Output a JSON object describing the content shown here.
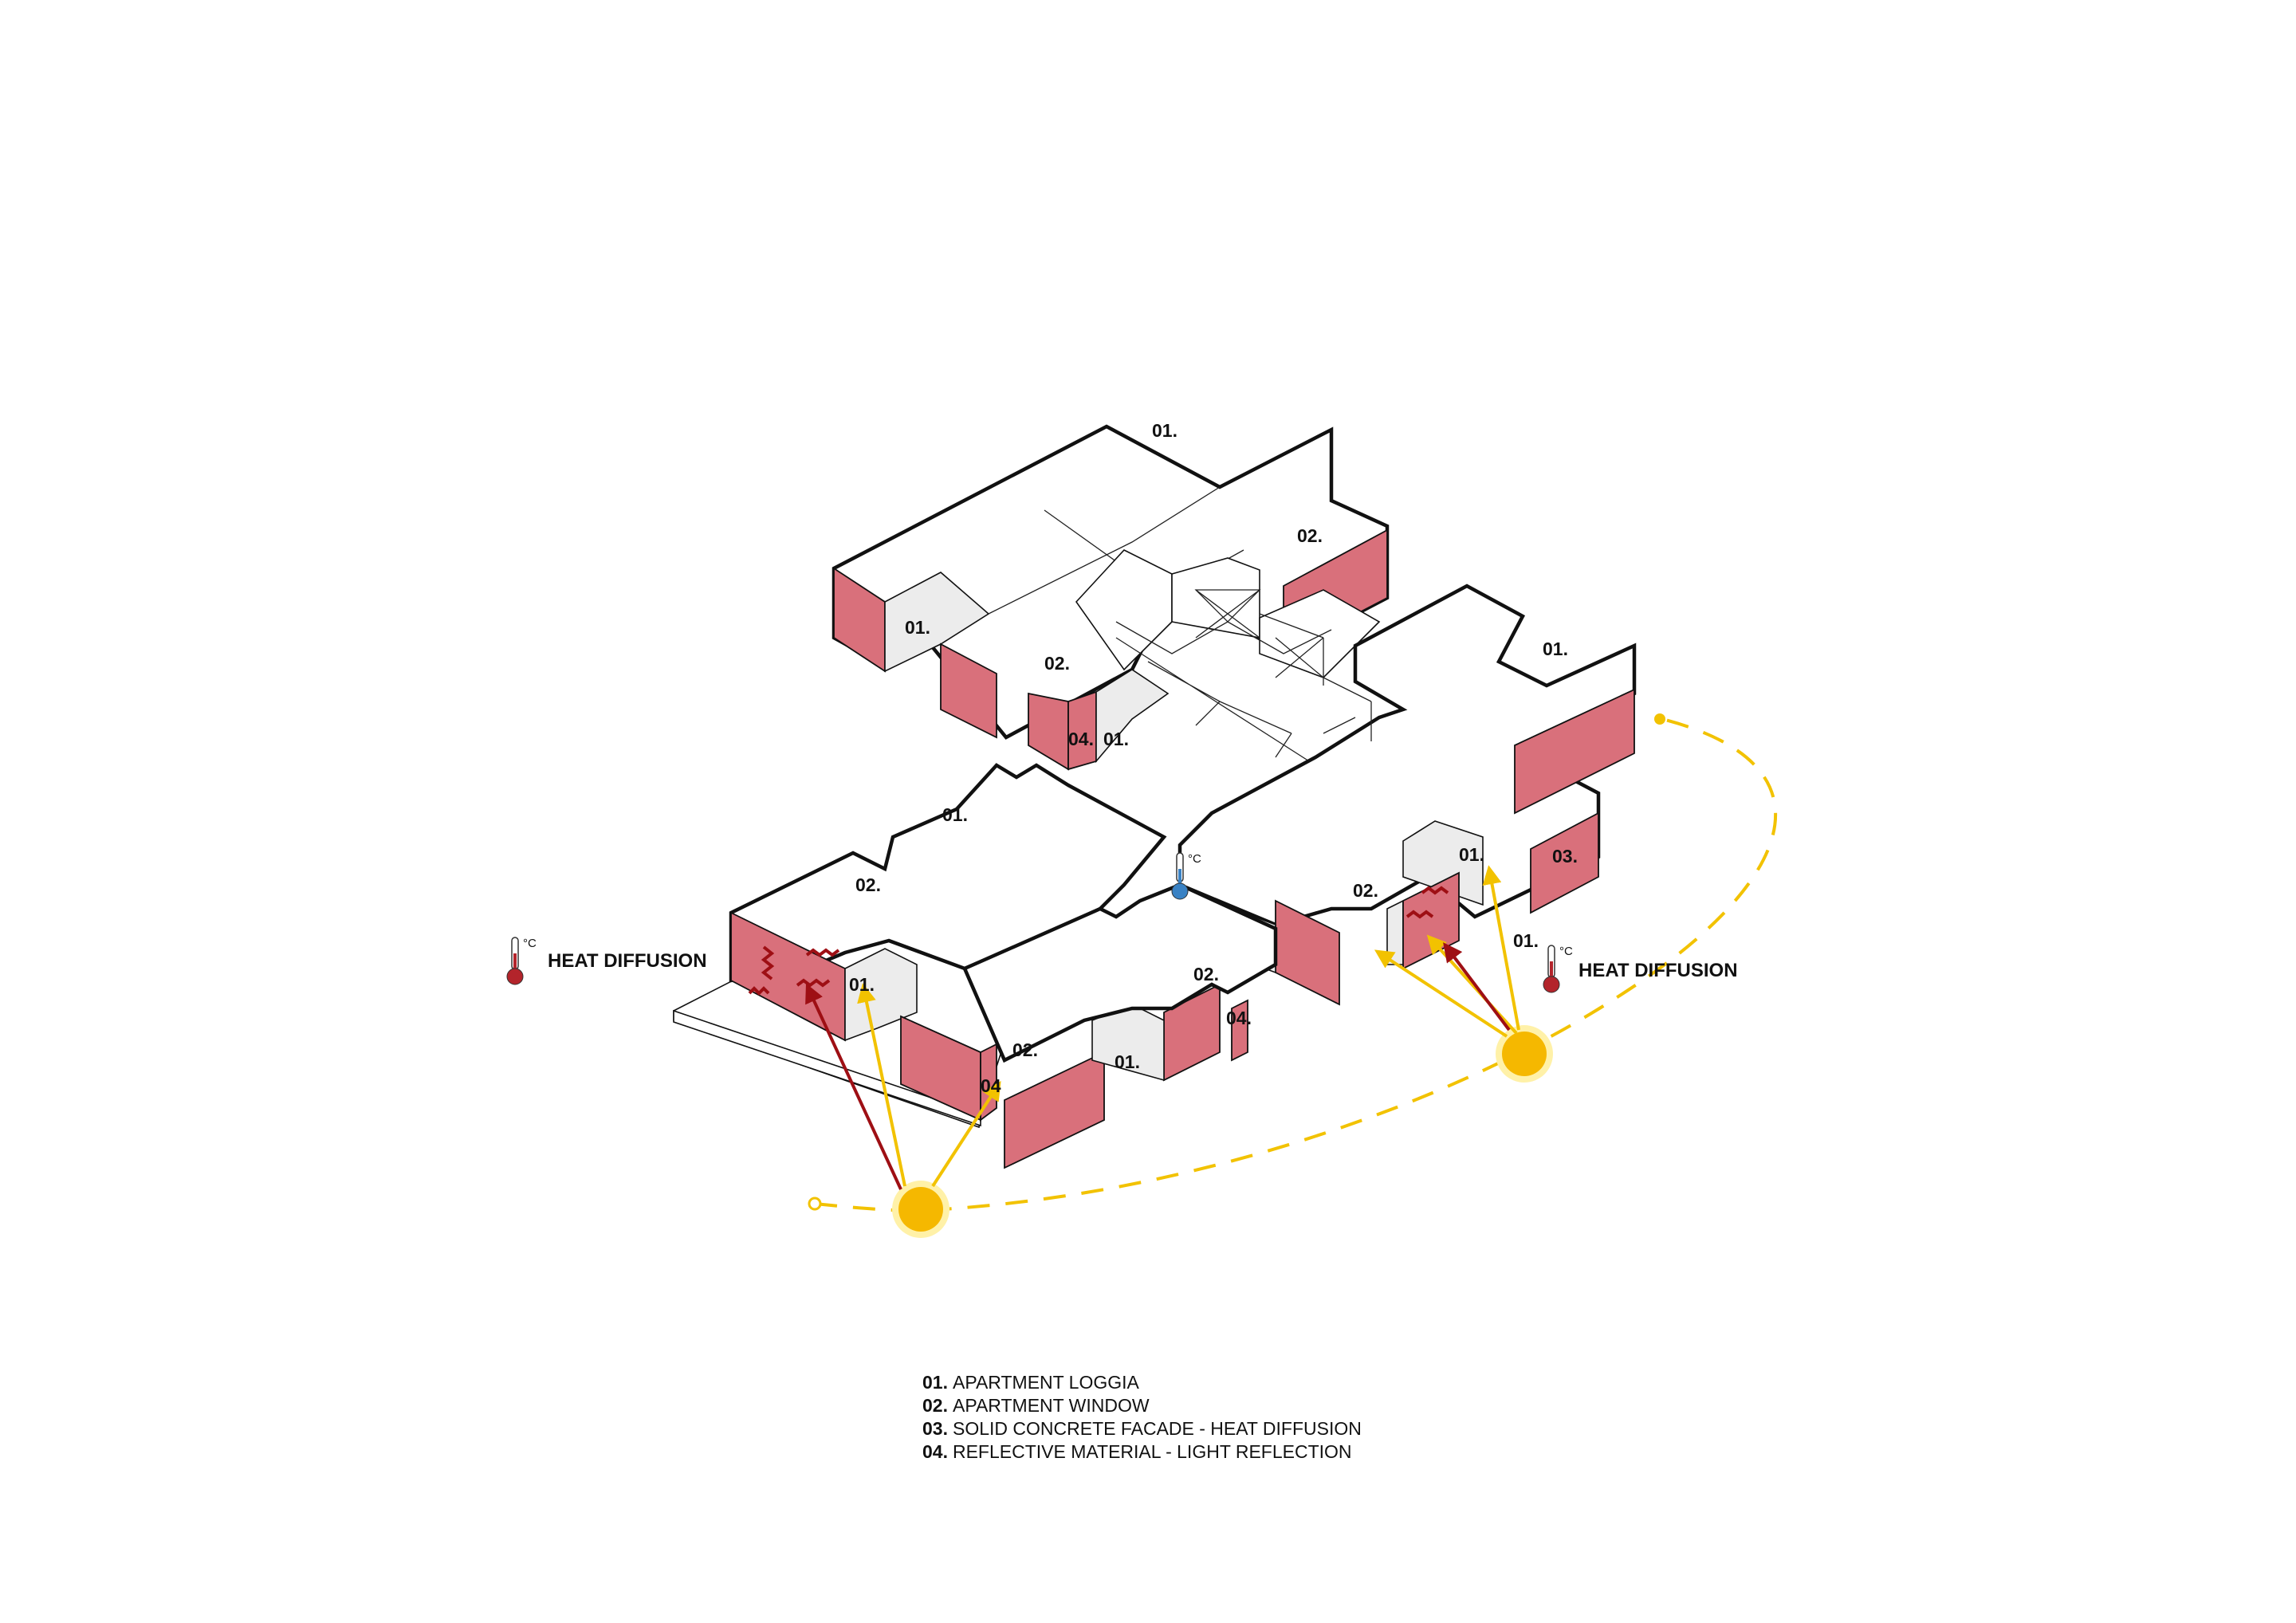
{
  "diagram": {
    "labels": {
      "loggia": "01.",
      "window": "02.",
      "facade": "03.",
      "reflective": "04.",
      "reflective_short": "04"
    },
    "heat_diffusion": "HEAT DIFFUSION",
    "degree_unit": "°C",
    "colors": {
      "solid_concrete_facade": "#d9707b",
      "sun": "#f5b800",
      "light_ray": "#f2c200",
      "heat_ray": "#9e0f14",
      "thermometer_hot": "#b3242b",
      "thermometer_cool": "#3a82c4"
    },
    "legend": [
      {
        "num": "01.",
        "text": "APARTMENT LOGGIA"
      },
      {
        "num": "02.",
        "text": "APARTMENT WINDOW"
      },
      {
        "num": "03.",
        "text": "SOLID CONCRETE FACADE - HEAT DIFFUSION"
      },
      {
        "num": "04.",
        "text": "REFLECTIVE MATERIAL - LIGHT REFLECTION"
      }
    ]
  }
}
